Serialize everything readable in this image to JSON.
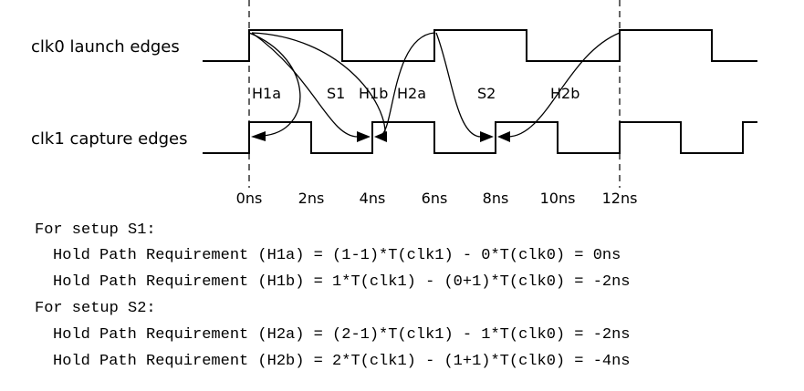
{
  "signals": {
    "clk0_label": "clk0 launch edges",
    "clk1_label": "clk1 capture edges"
  },
  "path_labels": {
    "h1a": "H1a",
    "s1": "S1",
    "h1b": "H1b",
    "h2a": "H2a",
    "s2": "S2",
    "h2b": "H2b"
  },
  "time_axis": {
    "ticks": [
      "0ns",
      "2ns",
      "4ns",
      "6ns",
      "8ns",
      "10ns",
      "12ns"
    ]
  },
  "equations": {
    "setup_s1": "For setup S1:",
    "h1a": "Hold Path Requirement (H1a) = (1-1)*T(clk1) - 0*T(clk0) = 0ns",
    "h1b": "Hold Path Requirement (H1b) = 1*T(clk1) - (0+1)*T(clk0) = -2ns",
    "setup_s2": "For setup S2:",
    "h2a": "Hold Path Requirement (H2a) = (2-1)*T(clk1) - 1*T(clk0) = -2ns",
    "h2b": "Hold Path Requirement (H2b) = 2*T(clk1) - (1+1)*T(clk0) = -4ns"
  }
}
